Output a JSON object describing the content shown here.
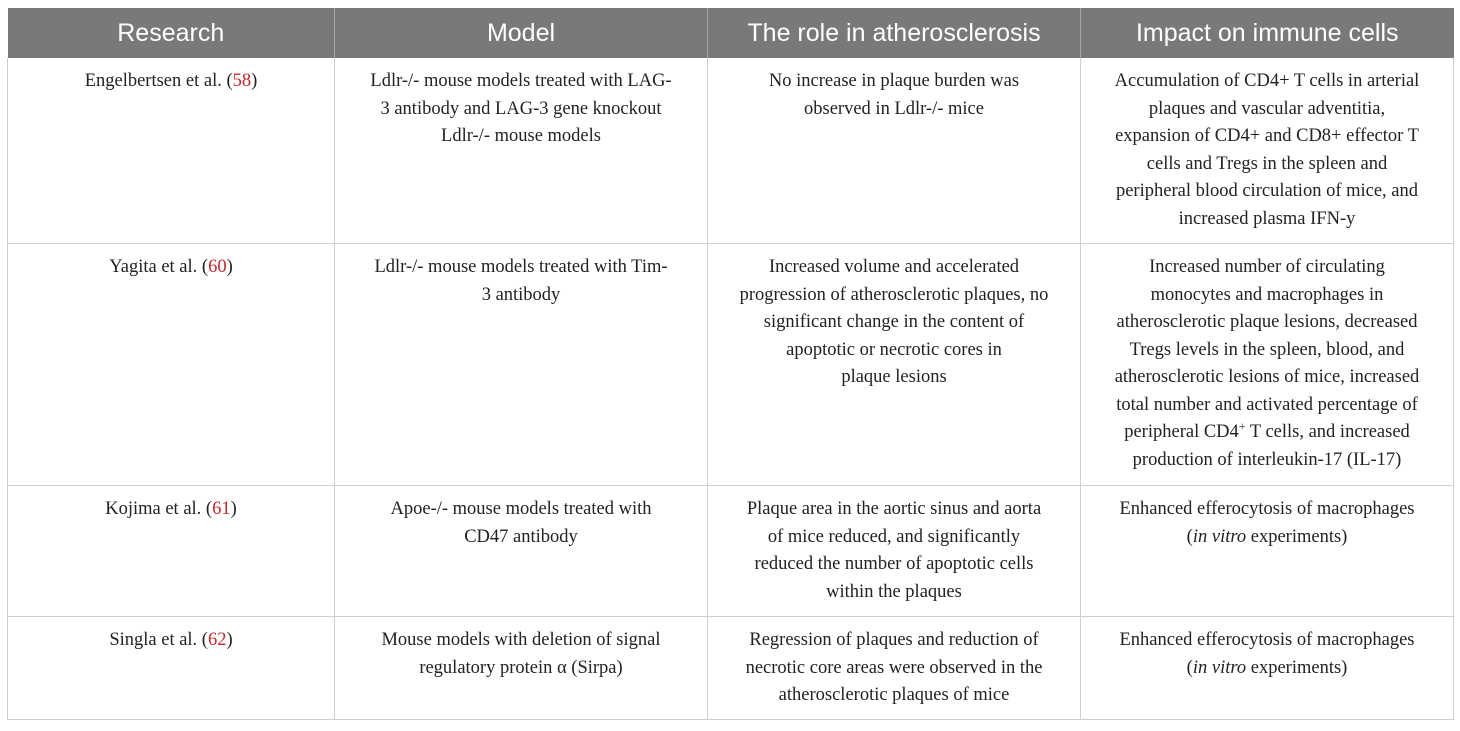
{
  "headers": [
    "Research",
    "Model",
    "The role in atherosclerosis",
    "Impact on immune cells"
  ],
  "rows": [
    {
      "research_author": "Engelbertsen et al. (",
      "research_ref": "58",
      "research_close": ")",
      "model_lines": [
        "Ldlr-/- mouse models treated with LAG-",
        "3 antibody and LAG-3 gene knockout",
        "Ldlr-/- mouse models"
      ],
      "role_lines": [
        "No increase in plaque burden was",
        "observed in Ldlr-/- mice"
      ],
      "impact_lines": [
        "Accumulation of CD4+ T cells in arterial",
        "plaques and vascular adventitia,",
        "expansion of CD4+ and CD8+ effector T",
        "cells and Tregs in the spleen and",
        "peripheral blood circulation of mice, and",
        "increased plasma IFN-y"
      ]
    },
    {
      "research_author": "Yagita et al. (",
      "research_ref": "60",
      "research_close": ")",
      "model_lines": [
        "Ldlr-/- mouse models treated with Tim-",
        "3 antibody"
      ],
      "role_lines": [
        "Increased volume and accelerated",
        "progression of atherosclerotic plaques, no",
        "significant change in the content of",
        "apoptotic or necrotic cores in",
        "plaque lesions"
      ],
      "impact_lines": [
        "Increased number of circulating",
        "monocytes and macrophages in",
        "atherosclerotic plaque lesions, decreased",
        "Tregs levels in the spleen, blood, and",
        "atherosclerotic lesions of mice, increased",
        "total number and activated percentage of"
      ],
      "impact_cd4_pre": "peripheral CD4",
      "impact_cd4_sup": "+",
      "impact_cd4_post": " T cells, and increased",
      "impact_last": "production of interleukin-17 (IL-17)"
    },
    {
      "research_author": "Kojima et al. (",
      "research_ref": "61",
      "research_close": ")",
      "model_lines": [
        "Apoe-/- mouse models treated with",
        "CD47 antibody"
      ],
      "role_lines": [
        "Plaque area in the aortic sinus and aorta",
        "of mice reduced, and significantly",
        "reduced the number of apoptotic cells",
        "within the plaques"
      ],
      "impact_line1": "Enhanced efferocytosis of macrophages",
      "impact_paren_open": "(",
      "impact_italic": "in vitro",
      "impact_rest": " experiments)"
    },
    {
      "research_author": "Singla et al. (",
      "research_ref": "62",
      "research_close": ")",
      "model_lines": [
        "Mouse models with deletion of signal",
        "regulatory protein α (Sirpa)"
      ],
      "role_lines": [
        "Regression of plaques and reduction of",
        "necrotic core areas were observed in the",
        "atherosclerotic plaques of mice"
      ],
      "impact_line1": "Enhanced efferocytosis of macrophages",
      "impact_paren_open": "(",
      "impact_italic": "in vitro",
      "impact_rest": " experiments)"
    }
  ],
  "colors": {
    "header_bg": "#797979",
    "ref_link": "#c0282d",
    "grid": "#cfcfcf"
  }
}
